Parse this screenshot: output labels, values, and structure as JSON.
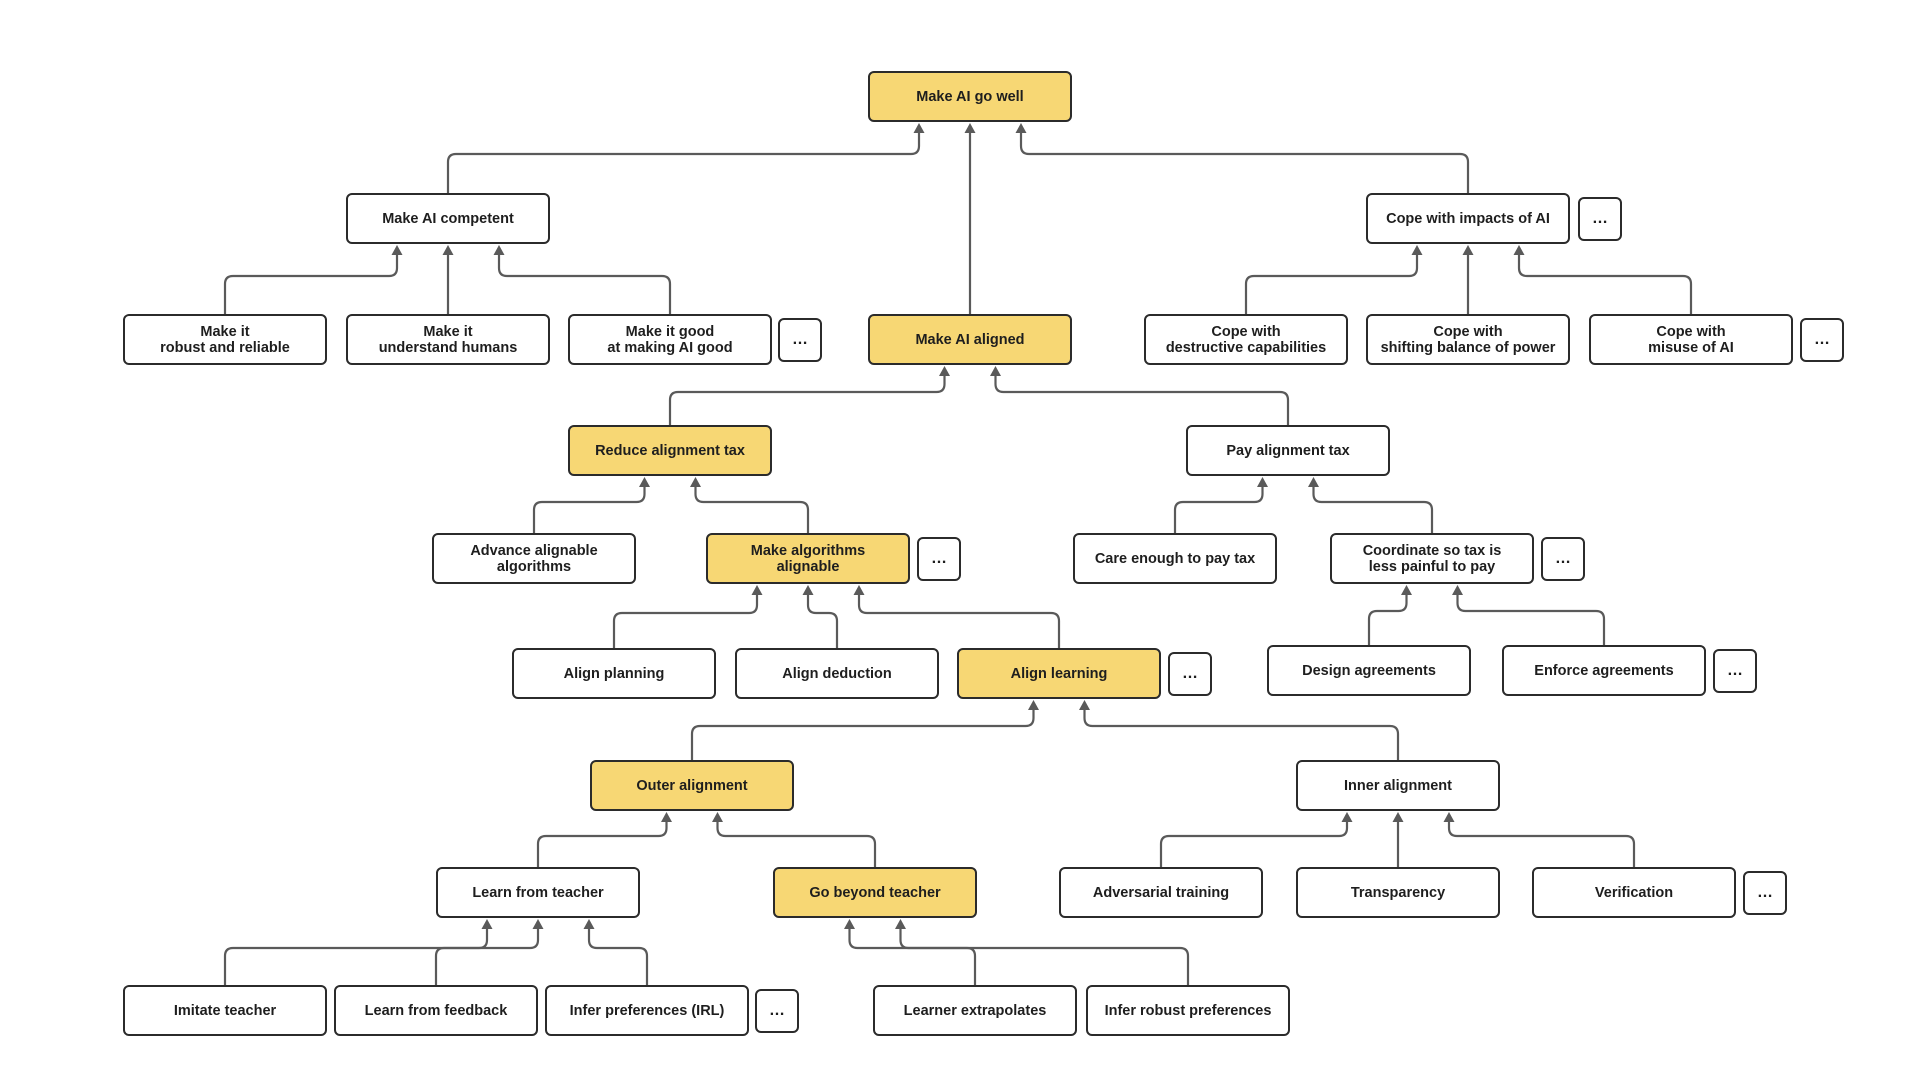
{
  "colors": {
    "highlight": "#f7d774",
    "box_border": "#2b2b2b",
    "edge": "#5a5a5a",
    "background": "#ffffff"
  },
  "nodes": {
    "root": {
      "label": "Make AI go well",
      "highlighted": true
    },
    "competent": {
      "label": "Make AI competent",
      "highlighted": false
    },
    "impacts": {
      "label": "Cope with impacts of AI",
      "highlighted": false
    },
    "robust": {
      "label": "Make it\nrobust and reliable",
      "highlighted": false
    },
    "understand": {
      "label": "Make it\nunderstand humans",
      "highlighted": false
    },
    "good": {
      "label": "Make it good\nat making AI good",
      "highlighted": false
    },
    "aligned": {
      "label": "Make AI aligned",
      "highlighted": true
    },
    "destructive": {
      "label": "Cope with\ndestructive capabilities",
      "highlighted": false
    },
    "balance": {
      "label": "Cope with\nshifting balance of power",
      "highlighted": false
    },
    "misuse": {
      "label": "Cope with\nmisuse of AI",
      "highlighted": false
    },
    "reduce_tax": {
      "label": "Reduce alignment tax",
      "highlighted": true
    },
    "pay_tax": {
      "label": "Pay alignment tax",
      "highlighted": false
    },
    "advance": {
      "label": "Advance alignable\nalgorithms",
      "highlighted": false
    },
    "make_alg": {
      "label": "Make algorithms\nalignable",
      "highlighted": true
    },
    "care": {
      "label": "Care enough to pay tax",
      "highlighted": false
    },
    "coordinate": {
      "label": "Coordinate so tax is\nless painful to pay",
      "highlighted": false
    },
    "planning": {
      "label": "Align planning",
      "highlighted": false
    },
    "deduction": {
      "label": "Align deduction",
      "highlighted": false
    },
    "learning": {
      "label": "Align learning",
      "highlighted": true
    },
    "design": {
      "label": "Design agreements",
      "highlighted": false
    },
    "enforce": {
      "label": "Enforce agreements",
      "highlighted": false
    },
    "outer": {
      "label": "Outer alignment",
      "highlighted": true
    },
    "inner": {
      "label": "Inner alignment",
      "highlighted": false
    },
    "learn_teacher": {
      "label": "Learn from teacher",
      "highlighted": false
    },
    "beyond": {
      "label": "Go beyond teacher",
      "highlighted": true
    },
    "adversarial": {
      "label": "Adversarial training",
      "highlighted": false
    },
    "transparency": {
      "label": "Transparency",
      "highlighted": false
    },
    "verification": {
      "label": "Verification",
      "highlighted": false
    },
    "imitate": {
      "label": "Imitate teacher",
      "highlighted": false
    },
    "feedback": {
      "label": "Learn from feedback",
      "highlighted": false
    },
    "irl": {
      "label": "Infer preferences (IRL)",
      "highlighted": false
    },
    "extrapolates": {
      "label": "Learner extrapolates",
      "highlighted": false
    },
    "robust_pref": {
      "label": "Infer robust preferences",
      "highlighted": false
    }
  },
  "more_label": "…",
  "edges": [
    [
      "competent",
      "root"
    ],
    [
      "aligned",
      "root"
    ],
    [
      "impacts",
      "root"
    ],
    [
      "robust",
      "competent"
    ],
    [
      "understand",
      "competent"
    ],
    [
      "good",
      "competent"
    ],
    [
      "destructive",
      "impacts"
    ],
    [
      "balance",
      "impacts"
    ],
    [
      "misuse",
      "impacts"
    ],
    [
      "reduce_tax",
      "aligned"
    ],
    [
      "pay_tax",
      "aligned"
    ],
    [
      "advance",
      "reduce_tax"
    ],
    [
      "make_alg",
      "reduce_tax"
    ],
    [
      "care",
      "pay_tax"
    ],
    [
      "coordinate",
      "pay_tax"
    ],
    [
      "planning",
      "make_alg"
    ],
    [
      "deduction",
      "make_alg"
    ],
    [
      "learning",
      "make_alg"
    ],
    [
      "design",
      "coordinate"
    ],
    [
      "enforce",
      "coordinate"
    ],
    [
      "outer",
      "learning"
    ],
    [
      "inner",
      "learning"
    ],
    [
      "learn_teacher",
      "outer"
    ],
    [
      "beyond",
      "outer"
    ],
    [
      "adversarial",
      "inner"
    ],
    [
      "transparency",
      "inner"
    ],
    [
      "verification",
      "inner"
    ],
    [
      "imitate",
      "learn_teacher"
    ],
    [
      "feedback",
      "learn_teacher"
    ],
    [
      "irl",
      "learn_teacher"
    ],
    [
      "extrapolates",
      "beyond"
    ],
    [
      "robust_pref",
      "beyond"
    ]
  ]
}
